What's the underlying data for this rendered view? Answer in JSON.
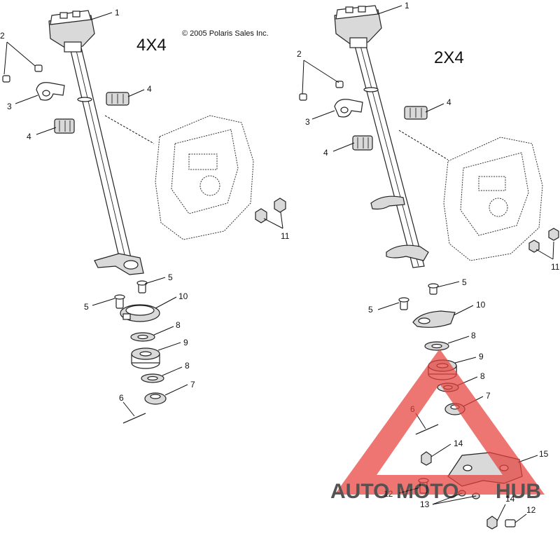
{
  "copyright": "© 2005 Polaris Sales Inc.",
  "left_label": "4X4",
  "right_label": "2X4",
  "callouts": {
    "left": [
      "1",
      "2",
      "3",
      "4",
      "4",
      "5",
      "5",
      "10",
      "8",
      "9",
      "8",
      "7",
      "6",
      "11"
    ],
    "right": [
      "1",
      "2",
      "3",
      "4",
      "4",
      "5",
      "5",
      "10",
      "8",
      "9",
      "8",
      "7",
      "6",
      "14",
      "15",
      "12",
      "13",
      "14",
      "12",
      "11"
    ]
  },
  "watermark": {
    "part1": "AUTO",
    "part2": "MOTO",
    "part3": "HUB",
    "colors": {
      "triangle": "#e8413c",
      "auto": "#f2b233",
      "moto": "#f2b233",
      "hub": "#6d6d6d"
    }
  }
}
